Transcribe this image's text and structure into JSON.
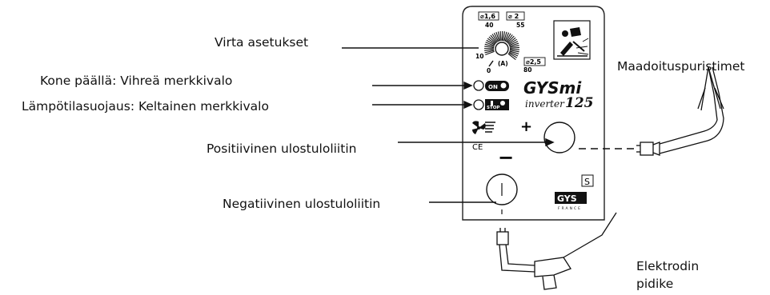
{
  "labels": {
    "current": "Virta asetukset",
    "power_on": "Kone päällä: Vihreä merkkivalo",
    "thermal": "Lämpötilasuojaus: Keltainen merkkivalo",
    "positive": "Positiivinen ulostuloliitin",
    "negative": "Negatiivinen ulostuloliitin",
    "ground_clamp": "Maadoituspuristimet",
    "electrode_holder": "Elektrodin pidike"
  },
  "panel": {
    "brand_top": "GYSmi",
    "brand_sub": "inverter",
    "model": "125",
    "logo_bottom": "GYS",
    "logo_country": "FRANCE",
    "class_mark": "S",
    "ce_mark": "CE",
    "plus": "+",
    "minus": "−",
    "dial": {
      "diameters": [
        "⌀1,6",
        "⌀ 2",
        "⌀2,5"
      ],
      "scale": [
        "10",
        "40",
        "55",
        "80",
        "0"
      ],
      "unit": "(A)"
    },
    "indicators": {
      "on": "ON",
      "stop": "STOP"
    }
  }
}
